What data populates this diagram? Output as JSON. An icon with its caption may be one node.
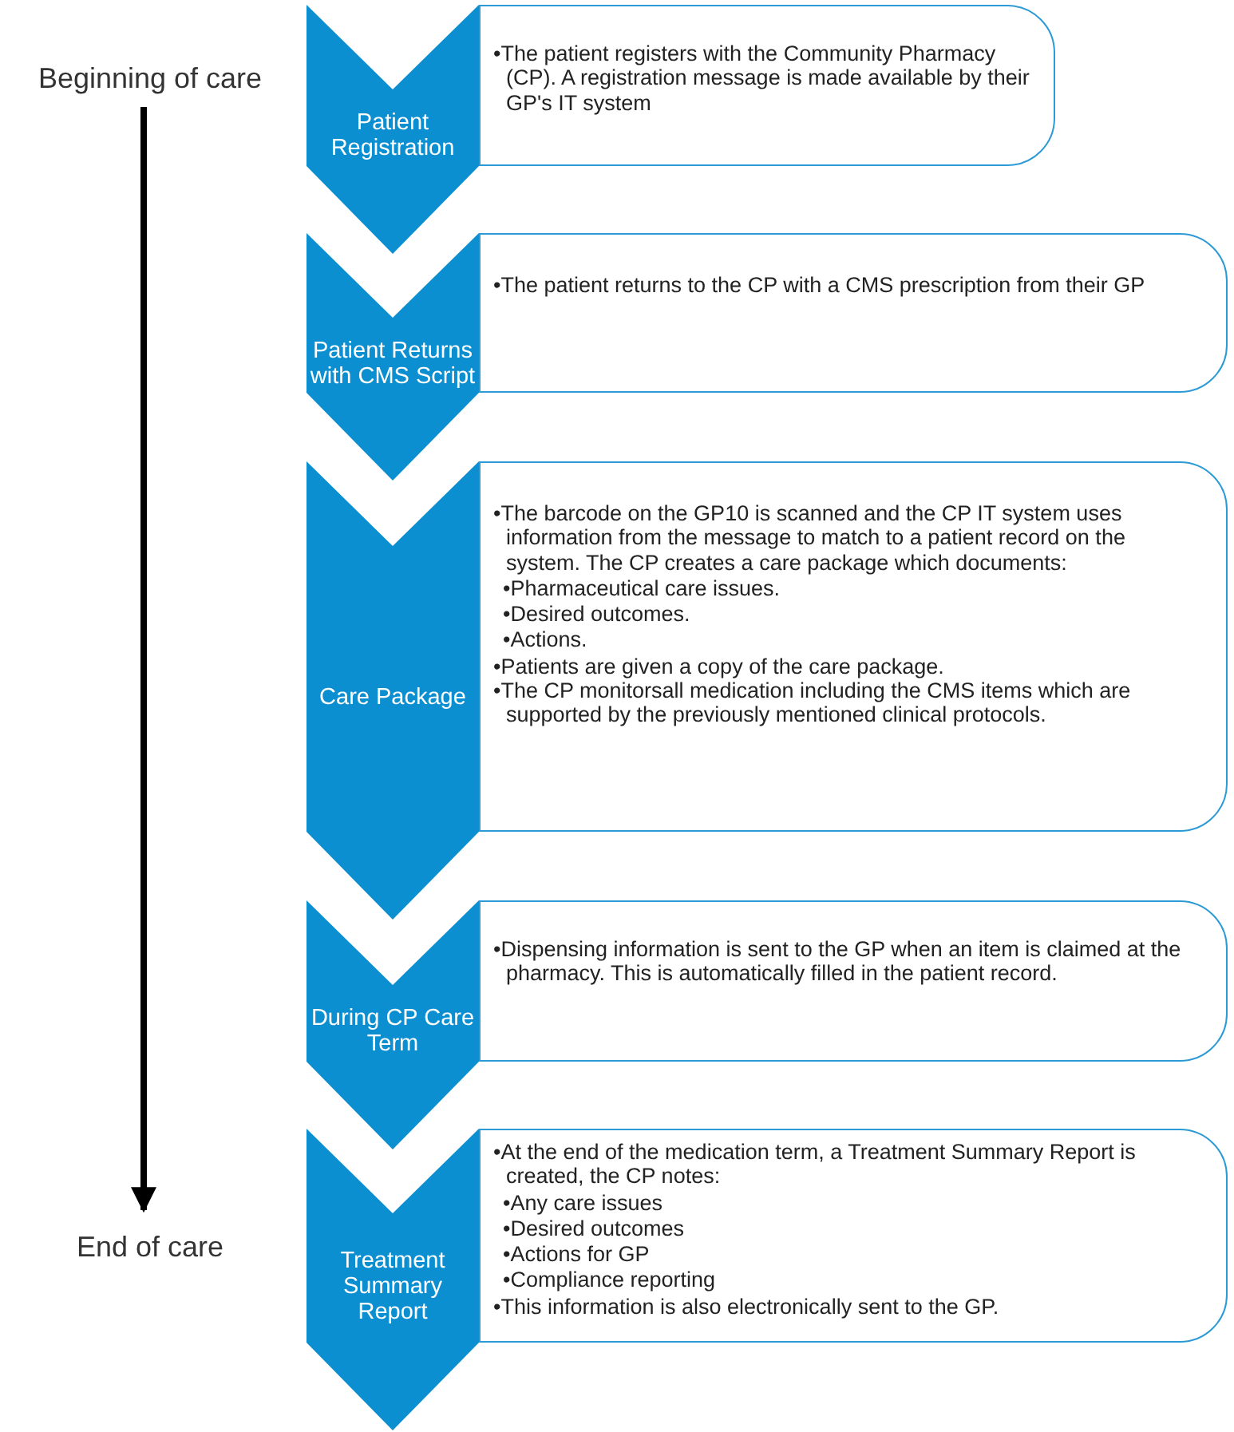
{
  "diagram": {
    "nodes": [
      {
        "text": [
          "Beginning of care"
        ]
      },
      {
        "text": [
          "Patient Registration"
        ]
      },
      {
        "text": [
          "•The patient registers with the Community Pharmacy (CP). A registration message is made available by their GP's IT system"
        ]
      },
      {
        "text": [
          "Patient Returns with CMS Script"
        ]
      },
      {
        "text": [
          "•The patient returns to the CP with a CMS prescription from their GP"
        ]
      },
      {
        "text": [
          "Care Package"
        ]
      },
      {
        "text": [
          "•The barcode on the GP10 is scanned and the CP IT system uses information from the message to match to a patient record on the system. The CP creates a care package which documents:",
          "•Pharmaceutical care issues.",
          "•Desired outcomes.",
          "•Actions.",
          "•Patients are given a copy of the care package.",
          "•The CP monitorsall medication including the CMS items which are supported by the previously mentioned clinical protocols."
        ]
      },
      {
        "text": [
          "During CP Care Term"
        ]
      },
      {
        "text": [
          "•Dispensing information is sent to the GP when an item is claimed at the pharmacy. This is automatically filled in the patient record."
        ]
      },
      {
        "text": [
          "Treatment Summary Report"
        ]
      },
      {
        "text": [
          "•At the end of the medication term, a Treatment Summary Report is created, the CP notes:",
          "•Any care issues",
          "•Desired outcomes",
          "•Actions for GP",
          "•Compliance reporting",
          "•This information is also electronically sent to the GP."
        ]
      },
      {
        "text": [
          "End of care"
        ]
      }
    ],
    "edges": [
      {
        "from": 0,
        "to": 11,
        "arrow": "to"
      }
    ]
  }
}
